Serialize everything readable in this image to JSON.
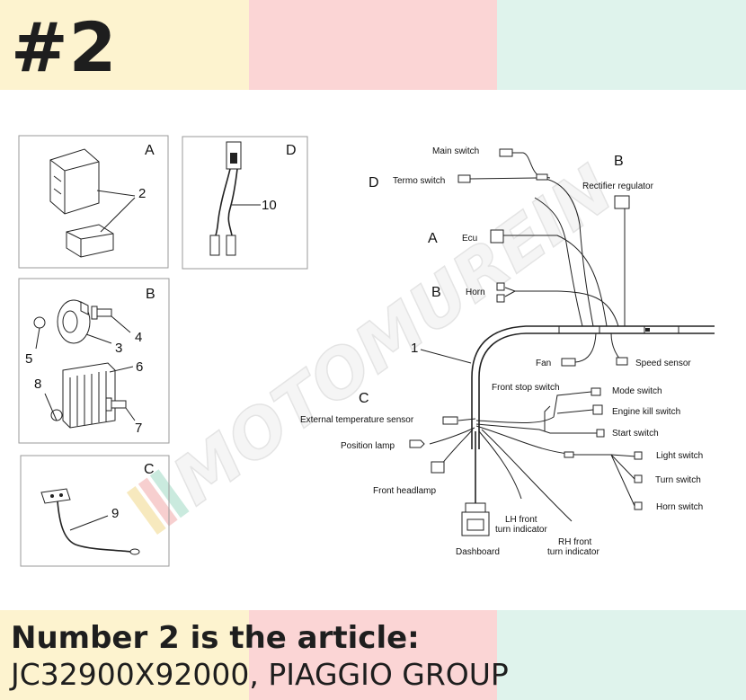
{
  "header": {
    "badge": "#2"
  },
  "footer": {
    "title": "Number 2 is the article:",
    "article": "JC32900X92000, PIAGGIO GROUP"
  },
  "colors": {
    "yellow": "#fdf3cf",
    "pink": "#fbd5d5",
    "mint": "#dff3ec",
    "text": "#1e1e1e"
  },
  "watermark": {
    "text": "MOTOMUREIN"
  },
  "diagram": {
    "panels": {
      "a": "A",
      "b": "B",
      "c": "C",
      "d": "D"
    },
    "numbers": {
      "n1": "1",
      "n2": "2",
      "n3": "3",
      "n4": "4",
      "n5": "5",
      "n6": "6",
      "n7": "7",
      "n8": "8",
      "n9": "9",
      "n10": "10"
    },
    "refs": {
      "d": "D",
      "b_top": "B",
      "a": "A",
      "b_mid": "B",
      "c": "C"
    },
    "labels": {
      "main_switch": "Main switch",
      "termo_switch": "Termo switch",
      "rectifier_regulator": "Rectifier regulator",
      "ecu": "Ecu",
      "horn": "Horn",
      "fan": "Fan",
      "speed_sensor": "Speed sensor",
      "front_stop_switch": "Front stop switch",
      "mode_switch": "Mode switch",
      "engine_kill_switch": "Engine kill switch",
      "external_temperature_sensor": "External temperature sensor",
      "start_switch": "Start switch",
      "position_lamp": "Position lamp",
      "light_switch": "Light switch",
      "turn_switch": "Turn switch",
      "front_headlamp": "Front headlamp",
      "horn_switch": "Horn switch",
      "lh_front_1": "LH front",
      "lh_front_2": "turn indicator",
      "rh_front_1": "RH front",
      "rh_front_2": "turn indicator",
      "dashboard": "Dashboard"
    }
  }
}
